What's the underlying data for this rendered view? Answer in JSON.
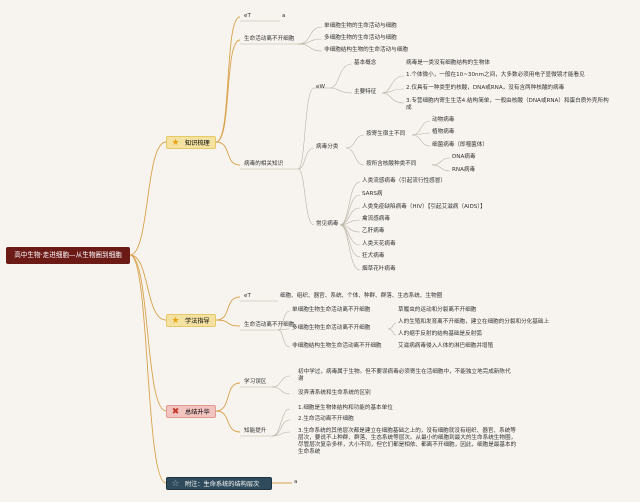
{
  "root": "高中生物·走进细胞—从生物圈到细胞",
  "branches": [
    {
      "label": "知识梳理",
      "icon": "star-icon"
    },
    {
      "label": "学法指导",
      "icon": "star-icon"
    },
    {
      "label": "总结升华",
      "icon": "cross-icon"
    },
    {
      "label": "附注：生命系统的结构层次",
      "icon": "star-outline-icon"
    }
  ],
  "k": {
    "eT": "eT",
    "a": "a",
    "life_cells": "生命活动离不开细胞",
    "life_items": [
      "单细胞生物的生命活动与细胞",
      "多细胞生物的生命活动与细胞",
      "非细胞结构生物的生命活动与细胞"
    ],
    "virus_knowledge": "病毒的相关知识",
    "ew": "eW",
    "basic": "基本概念",
    "basic_desc": "病毒是一类没有细胞结构的生物体",
    "features": "主要特征",
    "f1": "1.个体微小，一般在10~30nm之间，大多数必须用电子显微镜才能看见",
    "f2": "2.仅具有一种类型的核酸，DNA或RNA，没有含两种核酸的病毒",
    "f3": "3.专营细胞内寄生生活4.结构简单，一般由核酸（DNA或RNA）和蛋白质外壳所构成",
    "classify": "病毒分类",
    "by_host": "按寄生宿主不同",
    "hosts": [
      "动物病毒",
      "植物病毒",
      "细菌病毒（即噬菌体）"
    ],
    "by_acid": "按所含核酸种类不同",
    "acids": [
      "DNA病毒",
      "RNA病毒"
    ],
    "common": "常见病毒",
    "viruses": [
      "人类流感病毒（引起流行性感冒）",
      "SARS病",
      "人类免疫缺陷病毒（HIV）【引起艾滋病（AIDS）】",
      "禽流感病毒",
      "乙肝病毒",
      "人类天花病毒",
      "狂犬病毒",
      "烟草花叶病毒"
    ]
  },
  "m": {
    "eT": "eT",
    "levels": "细胞、组织、器官、系统、个体、种群、群落、生态系统、生物圈",
    "life_cells": "生命活动离不开细胞",
    "rows": [
      [
        "单细胞生物生命活动离不开细胞",
        "草履虫的运动和分裂离不开细胞"
      ],
      [
        "多细胞生物生命活动离不开细胞",
        "人的生殖和发育离不开细胞，建立在细胞的分裂和分化基础上"
      ],
      [
        "",
        "人的缩手反射的结构基础是反射弧"
      ],
      [
        "非细胞结构生物生命活动离不开细胞",
        "艾滋病病毒侵入人体的淋巴细胞并增殖"
      ]
    ]
  },
  "s": {
    "doubt": "学习误区",
    "d1": "初中学过，病毒属于生物。但不要误病毒必须寄生在活细胞中，不能独立地完成新陈代谢",
    "d2": "没弄清系统和生命系统的区别",
    "up": "知能提升",
    "u1": "1.细胞是生物体结构和功能的基本单位",
    "u2": "2.生命活动离不开细胞",
    "u3": "3.生命系统的其他层次都是建立在细胞基础之上的，没有细胞就没有组织、器官、系统等层次，要说不上种群、群落、生态系统等层次。从最小的细胞到最大的生命系统生物圈，尽管层次复杂多样，大小不同，但它们都是相依、都离不开细胞，因此，细胞是最基本的生命系统"
  },
  "note_a": "a",
  "colors": {
    "root": "#6b1a16",
    "link": "#d9a24a",
    "card1": "#f3e2a1",
    "card3": "#f2c4bf",
    "card4": "#2f4b5c"
  }
}
